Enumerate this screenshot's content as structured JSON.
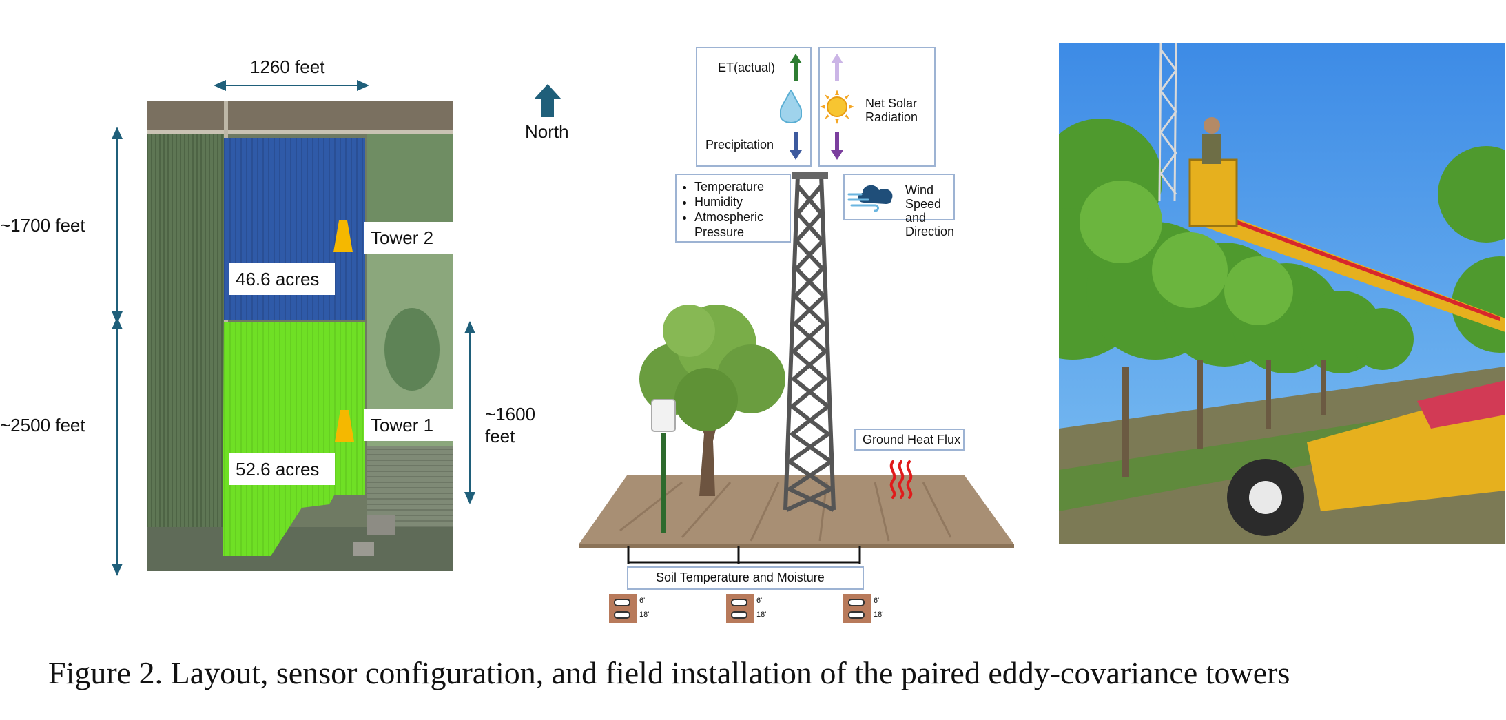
{
  "map_panel": {
    "width_label": "1260 feet",
    "north_height_label": "~1700 feet",
    "south_height_label": "~2500 feet",
    "tower_spacing_label_line1": "~1600",
    "tower_spacing_label_line2": "feet",
    "north_label": "North",
    "tower2_label": "Tower 2",
    "tower1_label": "Tower 1",
    "field_north_area": "46.6 acres",
    "field_south_area": "52.6 acres",
    "colors": {
      "field_north": "#2f5aa8",
      "field_south": "#6fe025",
      "tower_marker": "#f5b800",
      "dimension_line": "#1f5f7a"
    }
  },
  "sensor_panel": {
    "et_label": "ET(actual)",
    "precip_label": "Precipitation",
    "net_solar_label_line1": "Net Solar",
    "net_solar_label_line2": "Radiation",
    "met_vars": [
      "Temperature",
      "Humidity",
      "Atmospheric Pressure"
    ],
    "wind_label_line1": "Wind Speed",
    "wind_label_line2": "and Direction",
    "ground_heat_label": "Ground Heat Flux",
    "soil_label": "Soil Temperature and Moisture",
    "probe_depths": [
      "6'",
      "18'"
    ],
    "icons": [
      "water-drop-icon",
      "sun-icon",
      "cloud-wind-icon",
      "heat-wave-icon"
    ]
  },
  "photo_panel": {
    "description_icon": "field-installation-photo"
  },
  "caption": "Figure 2. Layout, sensor configuration, and field installation of the paired eddy-covariance towers"
}
